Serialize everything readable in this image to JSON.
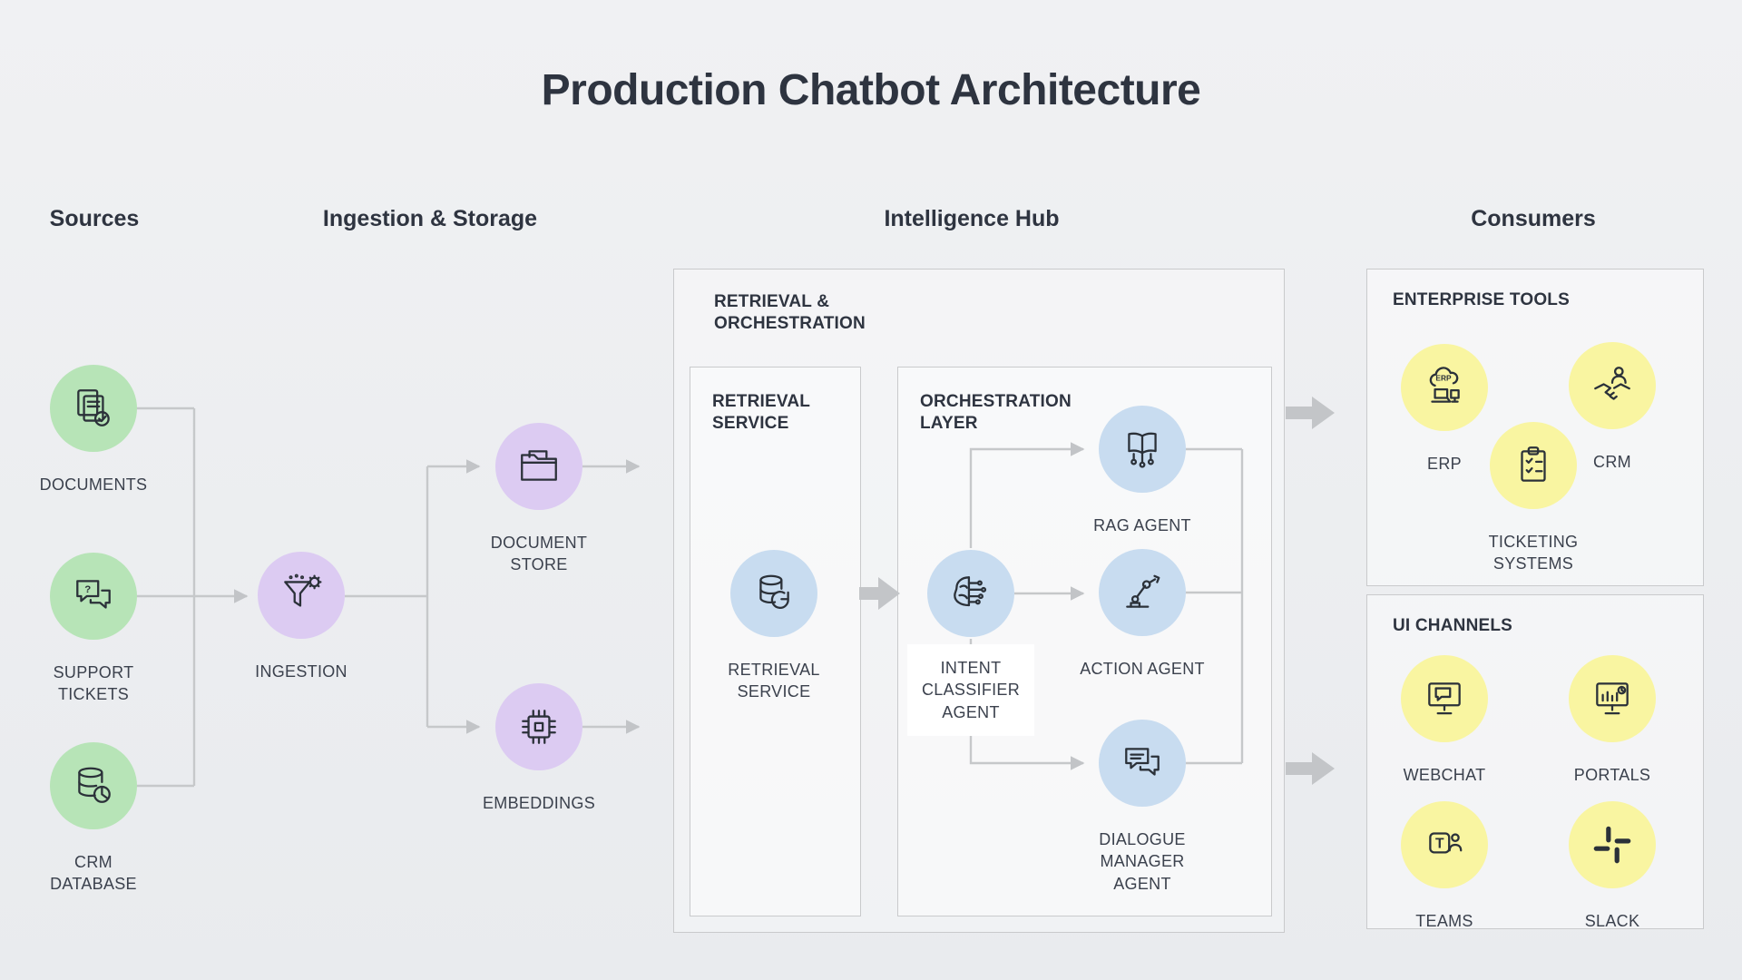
{
  "title": "Production Chatbot Architecture",
  "columns": {
    "sources": "Sources",
    "ingestion_storage": "Ingestion & Storage",
    "intelligence_hub": "Intelligence Hub",
    "consumers": "Consumers"
  },
  "groups": {
    "retrieval_orchestration": "RETRIEVAL &\nORCHESTRATION",
    "retrieval_service": "RETRIEVAL\nSERVICE",
    "orchestration_layer": "ORCHESTRATION\nLAYER",
    "enterprise_tools": "ENTERPRISE TOOLS",
    "ui_channels": "UI CHANNELS"
  },
  "nodes": {
    "documents": "DOCUMENTS",
    "support_tickets": "SUPPORT\nTICKETS",
    "crm_database": "CRM\nDATABASE",
    "ingestion": "INGESTION",
    "document_store": "DOCUMENT\nSTORE",
    "embeddings": "EMBEDDINGS",
    "retrieval_service": "RETRIEVAL\nSERVICE",
    "intent_classifier": "INTENT\nCLASSIFIER\nAGENT",
    "rag_agent": "RAG AGENT",
    "action_agent": "ACTION AGENT",
    "dialogue_manager": "DIALOGUE\nMANAGER\nAGENT",
    "erp": "ERP",
    "crm": "CRM",
    "ticketing_systems": "TICKETING\nSYSTEMS",
    "webchat": "WEBCHAT",
    "portals": "PORTALS",
    "teams": "TEAMS",
    "slack": "SLACK"
  },
  "icon_text": {
    "question_mark": "?",
    "erp": "ERP",
    "teams_t": "T"
  },
  "colors": {
    "bg": "#f0f1f3",
    "heading": "#2e3440",
    "label": "#3b414d",
    "line": "#c6c8ca",
    "node_green": "#b7e4b7",
    "node_purple": "#dccbf2",
    "node_blue": "#c8dcf0",
    "node_yellow": "#f9f5a1",
    "box_border": "#c9cacc",
    "icon_stroke": "#2b3139"
  }
}
